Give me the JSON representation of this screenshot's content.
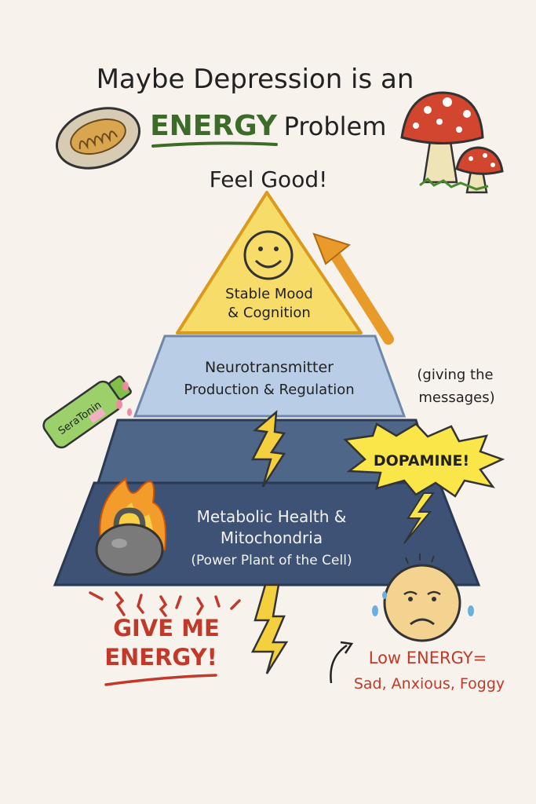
{
  "title": {
    "line1": "Maybe Depression is an",
    "highlight": "ENERGY",
    "line2_rest": "Problem",
    "feel_good": "Feel Good!"
  },
  "pyramid": {
    "top": {
      "line1": "Stable Mood",
      "line2": "& Cognition"
    },
    "middle": {
      "line1": "Neurotransmitter",
      "line2": "Production & Regulation"
    },
    "middle_note": {
      "line1": "(giving the",
      "line2": "messages)"
    },
    "bottom": {
      "line1": "Metabolic Health &",
      "line2": "Mitochondria",
      "line3": "(Power Plant of the Cell)"
    }
  },
  "labels": {
    "serotonin": "SeraTonin",
    "dopamine": "DOPAMINE!",
    "give_me_1": "GIVE ME",
    "give_me_2": "ENERGY!",
    "low_energy_1": "Low ENERGY=",
    "low_energy_2": "Sad, Anxious, Foggy"
  },
  "colors": {
    "background": "#f7f3ec",
    "energy_green": "#3d6b2a",
    "triangle_yellow": "#f7dc6a",
    "middle_blue": "#b9cde6",
    "base_blue": "#3d5275",
    "red_text": "#c0392b"
  }
}
